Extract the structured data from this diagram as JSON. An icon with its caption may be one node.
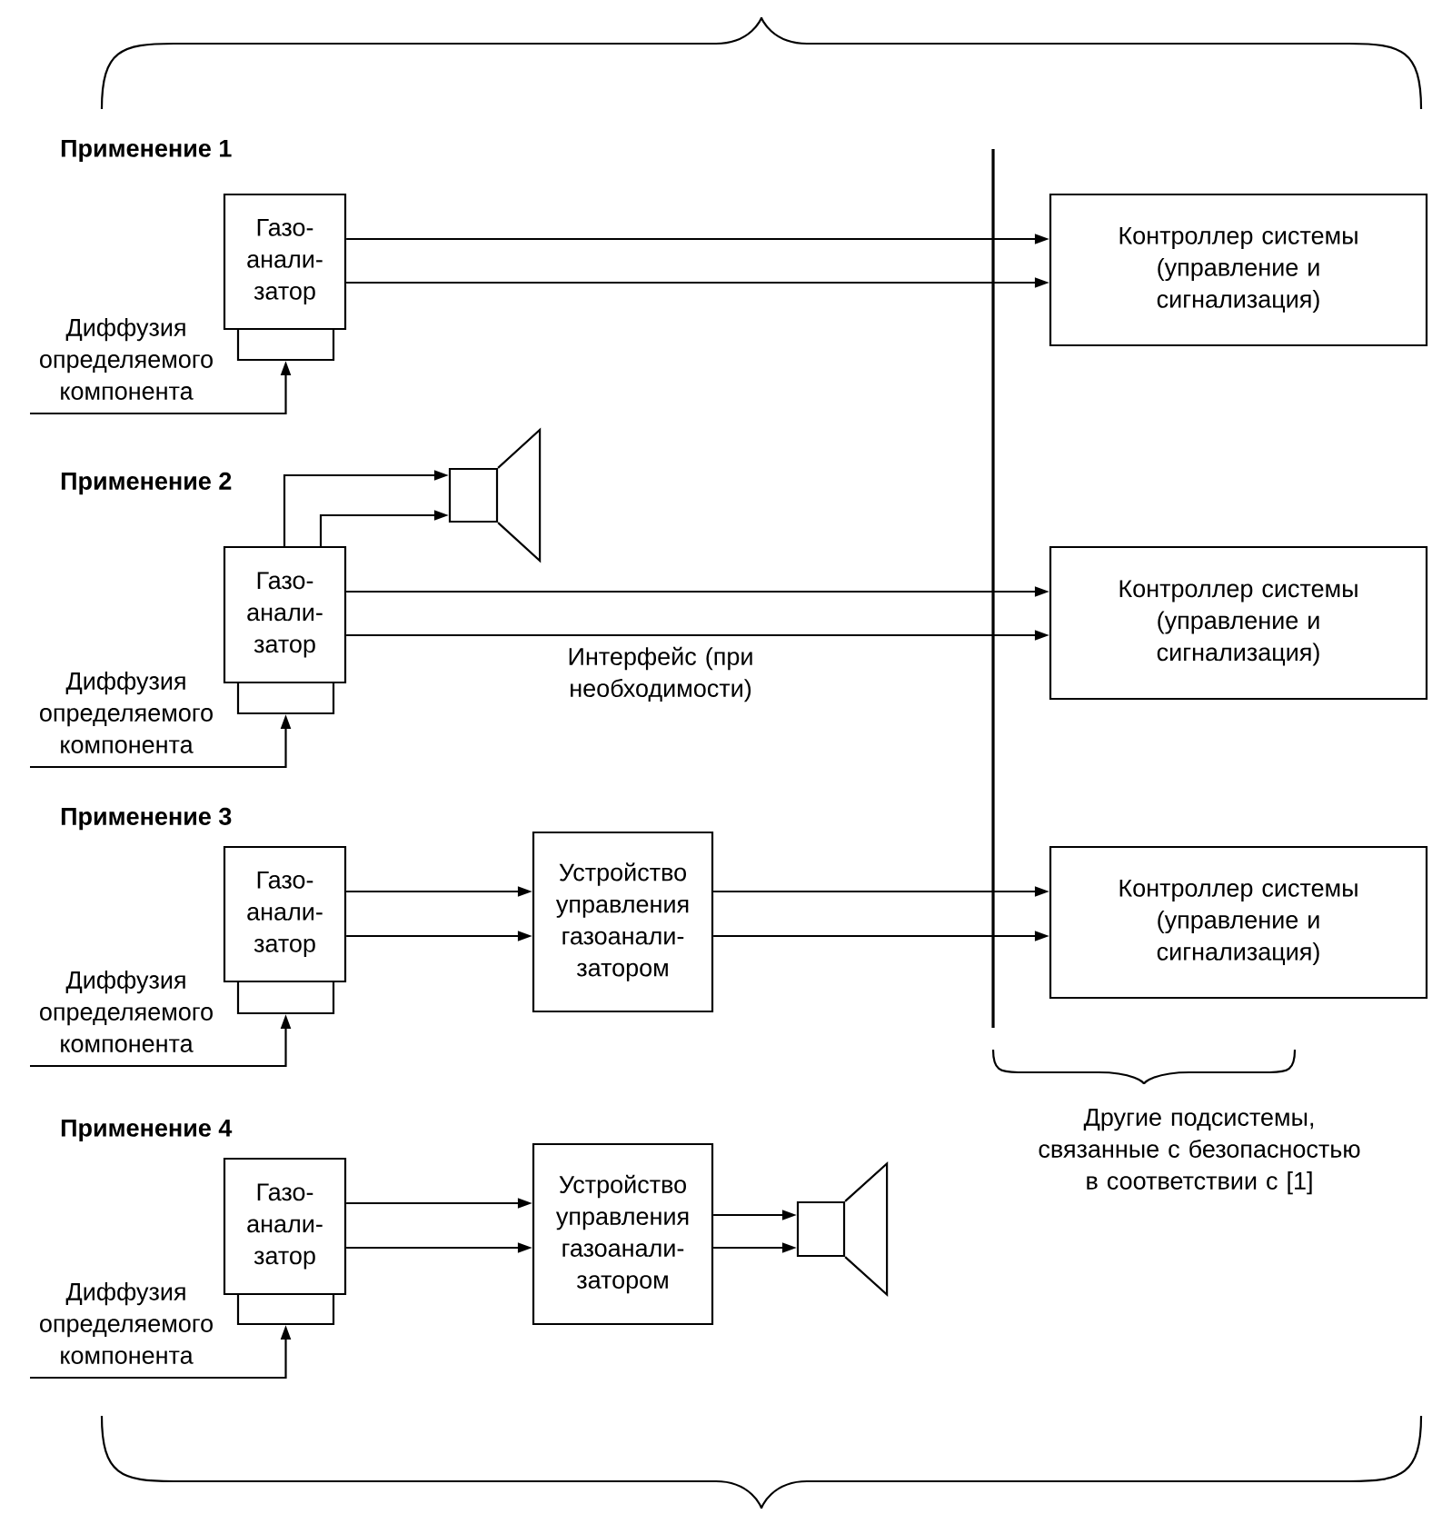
{
  "diagram": {
    "nodes": [
      {
        "text": [
          "Газо- анали- затор"
        ]
      },
      {
        "text": [],
        "shape": "box"
      },
      {
        "text": [
          "Контроллер системы (управление и сигнализация)"
        ]
      },
      {
        "text": [],
        "shape": "loudspeaker"
      },
      {
        "text": [
          "Газо- анали- затор"
        ]
      },
      {
        "text": [],
        "shape": "box"
      },
      {
        "text": [
          "Контроллер системы (управление и сигнализация)"
        ]
      },
      {
        "text": [
          "Газо- анали- затор"
        ]
      },
      {
        "text": [],
        "shape": "box"
      },
      {
        "text": [
          "Устройство управления газоанали- затором"
        ]
      },
      {
        "text": [
          "Контроллер системы (управление и сигнализация)"
        ]
      },
      {
        "text": [
          "Газо- анали- затор"
        ]
      },
      {
        "text": [],
        "shape": "box"
      },
      {
        "text": [
          "Устройство управления газоанали- затором"
        ]
      },
      {
        "text": [],
        "shape": "loudspeaker"
      }
    ],
    "edges": [
      {
        "from": 0,
        "to": 2,
        "arrow": "to"
      },
      {
        "from": 0,
        "to": 2,
        "arrow": "to"
      },
      {
        "from": null,
        "to": 1,
        "arrow": "to",
        "label": "Диффузия определяемого компонента"
      },
      {
        "from": 4,
        "to": 3,
        "arrow": "to"
      },
      {
        "from": 4,
        "to": 3,
        "arrow": "to"
      },
      {
        "from": 4,
        "to": 6,
        "arrow": "to"
      },
      {
        "from": 4,
        "to": 6,
        "arrow": "to",
        "label": "Интерфейс (при необходимости)"
      },
      {
        "from": null,
        "to": 5,
        "arrow": "to",
        "label": "Диффузия определяемого компонента"
      },
      {
        "from": 7,
        "to": 9,
        "arrow": "to"
      },
      {
        "from": 7,
        "to": 9,
        "arrow": "to"
      },
      {
        "from": 9,
        "to": 10,
        "arrow": "to"
      },
      {
        "from": 9,
        "to": 10,
        "arrow": "to"
      },
      {
        "from": null,
        "to": 8,
        "arrow": "to",
        "label": "Диффузия определяемого компонента"
      },
      {
        "from": 11,
        "to": 13,
        "arrow": "to"
      },
      {
        "from": 11,
        "to": 13,
        "arrow": "to"
      },
      {
        "from": 13,
        "to": 14,
        "arrow": "to"
      },
      {
        "from": 13,
        "to": 14,
        "arrow": "to"
      },
      {
        "from": null,
        "to": 12,
        "arrow": "to",
        "label": "Диффузия определяемого компонента"
      }
    ],
    "labels": [
      "Применение 1",
      "Применение 2",
      "Применение 3",
      "Применение 4",
      "Другие подсистемы, связанные с безопасностью в соответствии с [1]"
    ]
  }
}
